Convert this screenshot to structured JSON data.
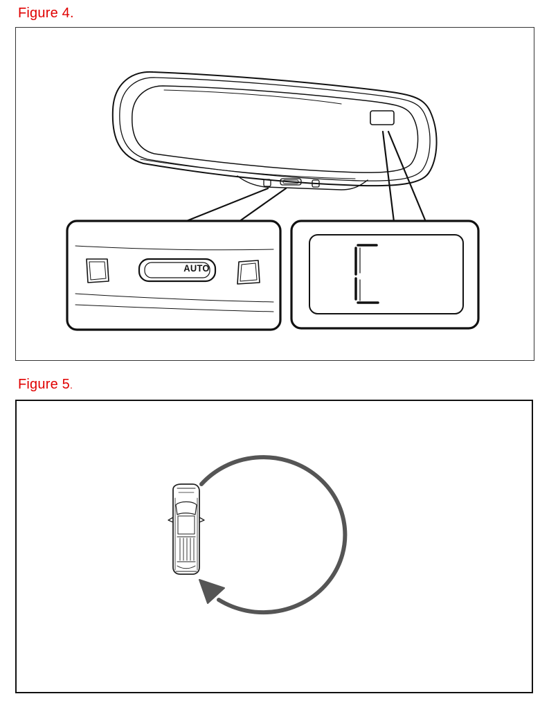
{
  "figure4": {
    "title": "Figure 4",
    "auto_button_label": "AUTO",
    "display_glyph": "C"
  },
  "figure5": {
    "title": "Figure 5"
  },
  "colors": {
    "title_red": "#e00000",
    "arrow_gray": "#555555",
    "line_black": "#111111"
  },
  "icons": [
    "rearview-mirror-icon",
    "car-top-view-icon",
    "circular-arrow-icon"
  ]
}
